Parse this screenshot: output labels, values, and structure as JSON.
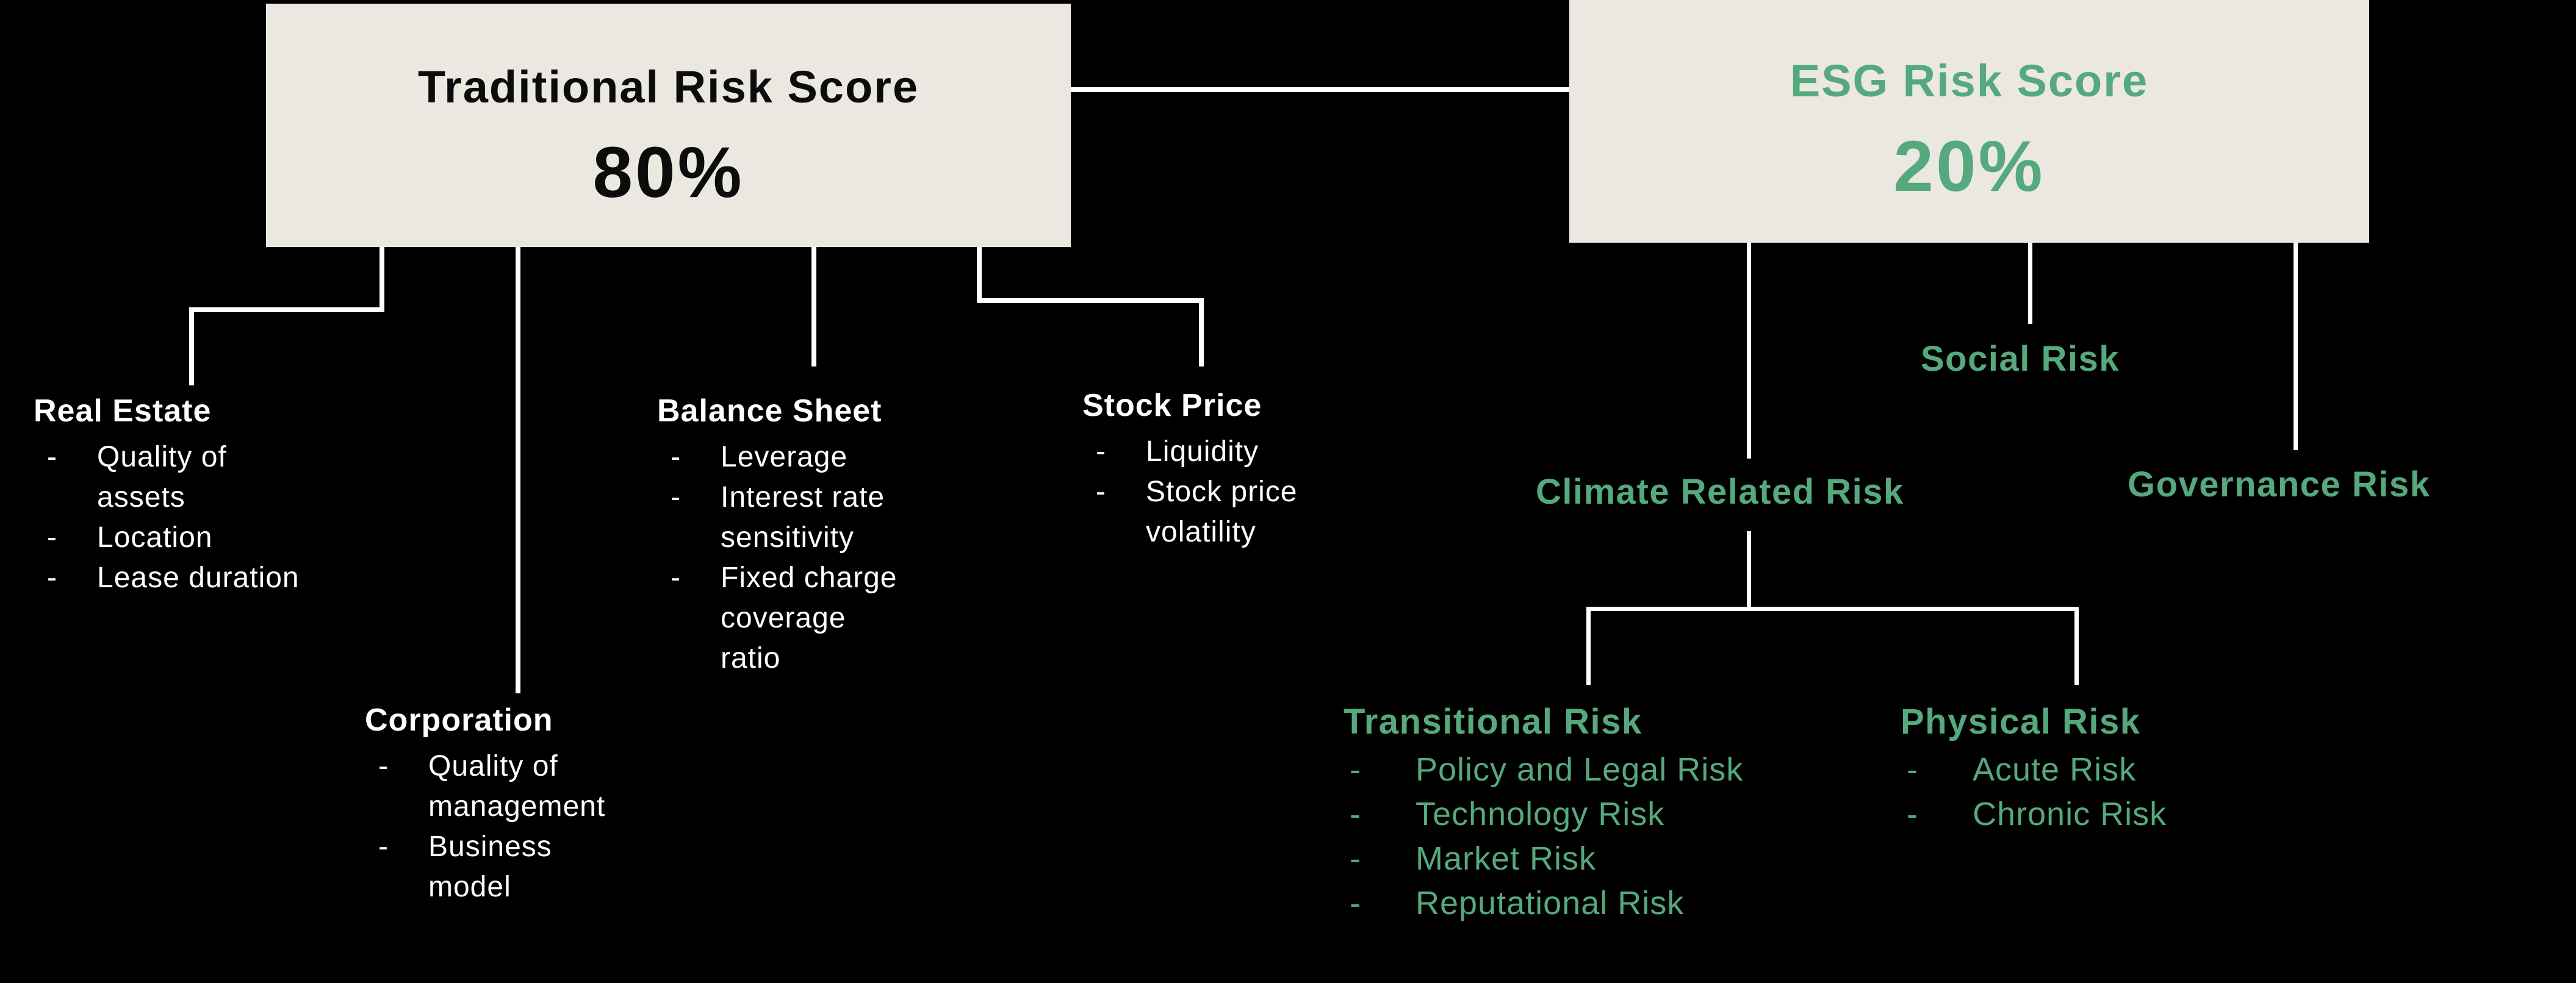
{
  "colors": {
    "background": "#000000",
    "box_fill": "#eae8e1",
    "accent_green": "#55a97c",
    "line_white": "#ffffff",
    "text_black": "#0c0c0c"
  },
  "bullet": "-",
  "traditional": {
    "title": "Traditional Risk Score",
    "value": "80%"
  },
  "esg": {
    "title": "ESG Risk Score",
    "value": "20%"
  },
  "groups": {
    "real_estate": {
      "heading": "Real Estate",
      "items": [
        "Quality of\nassets",
        "Location",
        "Lease duration"
      ]
    },
    "corporation": {
      "heading": "Corporation",
      "items": [
        "Quality of\nmanagement",
        "Business\nmodel"
      ]
    },
    "balance_sheet": {
      "heading": "Balance Sheet",
      "items": [
        "Leverage",
        "Interest rate\nsensitivity",
        "Fixed charge\ncoverage\nratio"
      ]
    },
    "stock_price": {
      "heading": "Stock Price",
      "items": [
        "Liquidity",
        "Stock price\nvolatility"
      ]
    },
    "transitional": {
      "heading": "Transitional Risk",
      "items": [
        "Policy and Legal Risk",
        "Technology Risk",
        "Market Risk",
        "Reputational Risk"
      ]
    },
    "physical": {
      "heading": "Physical Risk",
      "items": [
        "Acute Risk",
        "Chronic Risk"
      ]
    }
  },
  "labels": {
    "climate": "Climate Related Risk",
    "social": "Social Risk",
    "governance": "Governance Risk"
  }
}
